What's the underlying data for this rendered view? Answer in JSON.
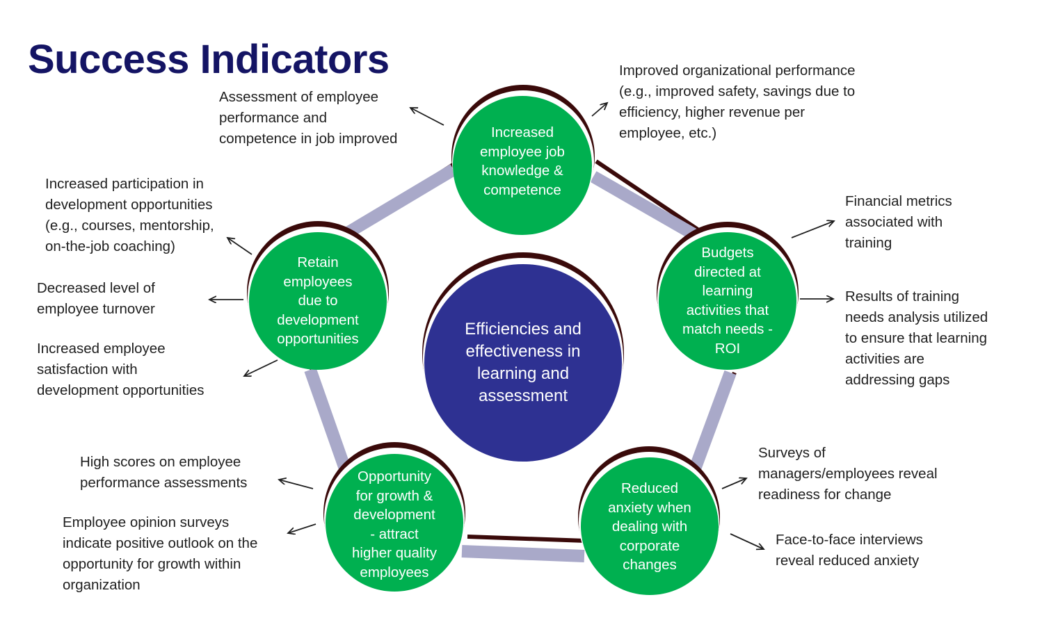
{
  "title": "Success Indicators",
  "center": {
    "label": "Efficiencies and\neffectiveness in\nlearning and\nassessment"
  },
  "nodes": {
    "knowledge": "Increased\nemployee job\nknowledge &\ncompetence",
    "budgets": "Budgets\ndirected at\nlearning\nactivities that\nmatch needs -\nROI",
    "anxiety": "Reduced\nanxiety when\ndealing with\ncorporate\nchanges",
    "growth": "Opportunity\nfor growth &\ndevelopment\n -  attract\nhigher quality\nemployees",
    "retain": "Retain\nemployees\ndue to\ndevelopment\nopportunities"
  },
  "notes": {
    "assessment": "Assessment of employee\nperformance and\ncompetence in job improved",
    "org_performance": "Improved organizational performance\n(e.g., improved safety, savings due to\nefficiency, higher revenue per\nemployee, etc.)",
    "participation": "Increased participation in\ndevelopment opportunities\n(e.g., courses, mentorship,\non-the-job coaching)",
    "turnover": "Decreased level of\nemployee turnover",
    "satisfaction": "Increased employee\nsatisfaction with\ndevelopment opportunities",
    "financial": "Financial metrics\nassociated with\ntraining",
    "tna": "Results of training\nneeds analysis utilized\nto ensure that learning\nactivities are\naddressing gaps",
    "surveys": "Surveys of\nmanagers/employees  reveal\nreadiness for change",
    "interviews": "Face-to-face interviews\nreveal reduced anxiety",
    "high_scores": "High scores on employee\nperformance assessments",
    "opinion": "Employee opinion surveys\nindicate positive outlook on the\nopportunity for growth within\norganization"
  },
  "colors": {
    "title": "#141464",
    "node_fill": "#00b050",
    "center_fill": "#2e3192",
    "ring": "#a9a9c9",
    "shadow": "#3a0a0a",
    "text": "#1e1e1e"
  }
}
